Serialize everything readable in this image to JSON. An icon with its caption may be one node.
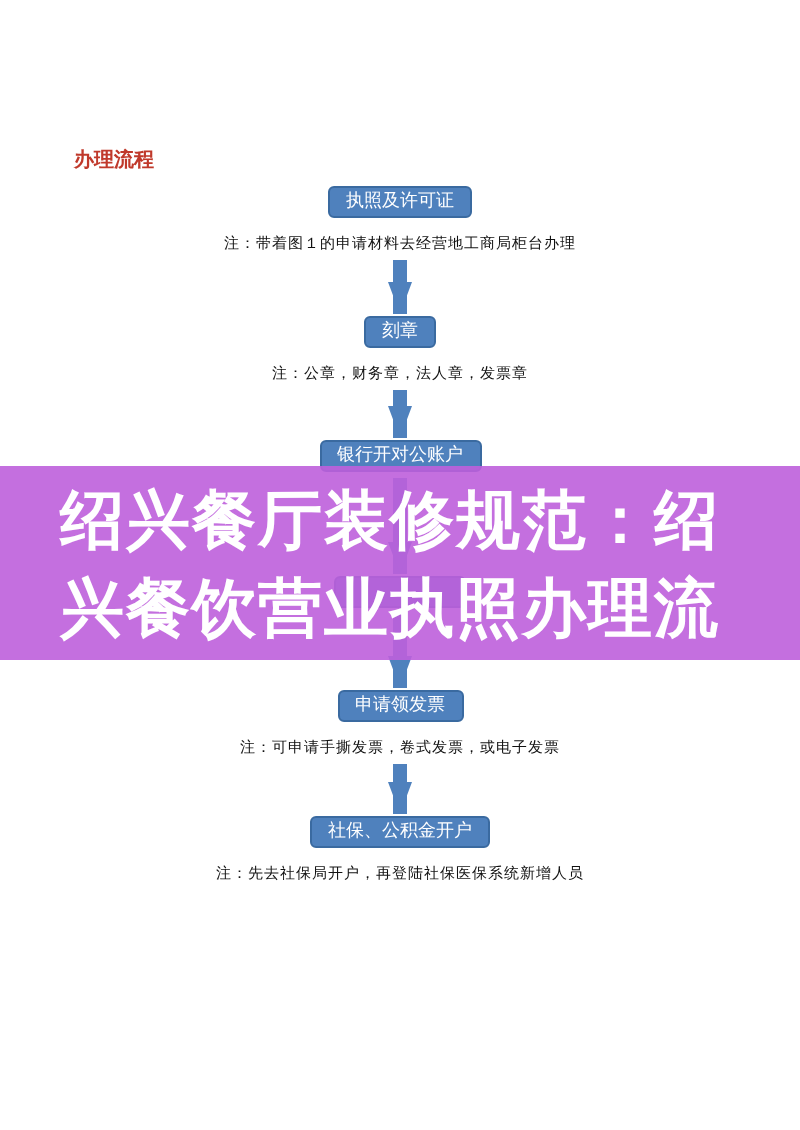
{
  "diagram": {
    "title": "绍兴餐厅装修规范：绍兴餐饮营业执照办理流",
    "nodes": [
      {
        "text": [
          "执照及许可证"
        ],
        "beside": [
          "注：带着图１的申请材料去经营地工商局柜台办理"
        ]
      },
      {
        "text": [
          "刻章"
        ],
        "beside": [
          "注：公章，财务章，法人章，发票章"
        ]
      },
      {
        "text": [
          "银行开对公账户"
        ]
      },
      {
        "text": [],
        "shape": "box"
      },
      {
        "text": [
          "申请领发票"
        ],
        "beside": [
          "注：可申请手撕发票，卷式发票，或电子发票"
        ]
      },
      {
        "text": [
          "社保、公积金开户"
        ],
        "beside": [
          "注：先去社保局开户，再登陆社保医保系统新增人员"
        ]
      }
    ],
    "edges": [
      {
        "from": 0,
        "to": 1,
        "arrow": "to"
      },
      {
        "from": 1,
        "to": 2,
        "arrow": "to"
      },
      {
        "from": 2,
        "to": 3,
        "arrow": "to"
      },
      {
        "from": 3,
        "to": 4,
        "arrow": "to"
      },
      {
        "from": 4,
        "to": 5,
        "arrow": "to"
      }
    ],
    "labels": [
      "办理流程"
    ]
  }
}
